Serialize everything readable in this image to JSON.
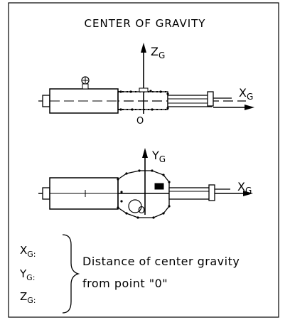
{
  "title": "CENTER OF GRAVITY",
  "top_view": {
    "vertical_axis": {
      "main": "Z",
      "sub": "G"
    },
    "horizontal_axis": {
      "main": "X",
      "sub": "G"
    },
    "origin": "O"
  },
  "bottom_view": {
    "vertical_axis": {
      "main": "Y",
      "sub": "G"
    },
    "horizontal_axis": {
      "main": "X",
      "sub": "G"
    },
    "origin": "O"
  },
  "legend": {
    "keys": [
      {
        "main": "X",
        "sub": "G:"
      },
      {
        "main": "Y",
        "sub": "G:"
      },
      {
        "main": "Z",
        "sub": "G:"
      }
    ],
    "description_line1": "Distance of center gravity",
    "description_line2": "from point \"0\""
  }
}
